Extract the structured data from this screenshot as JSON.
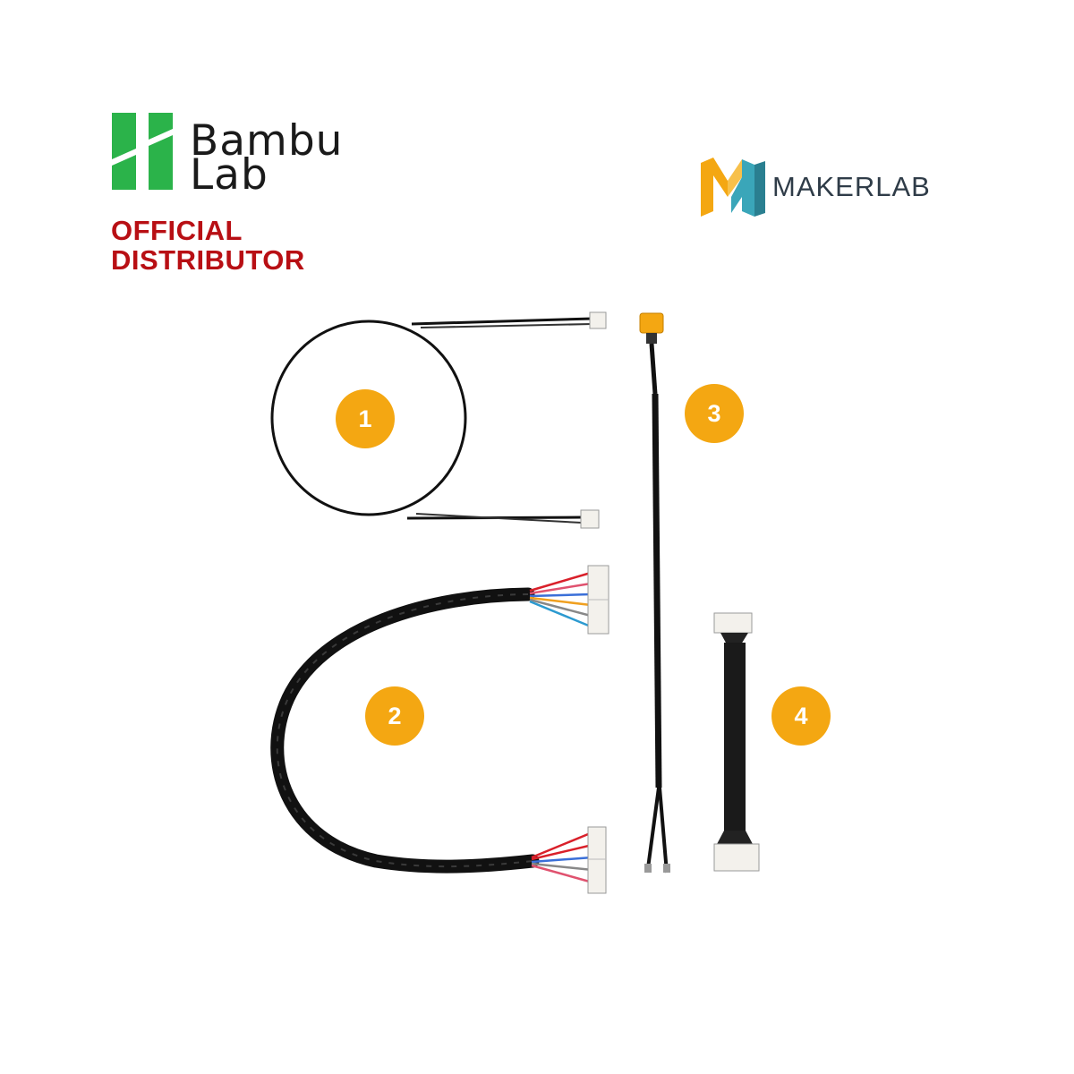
{
  "brand_primary": {
    "name_line_1": "Bambu",
    "name_line_2": "Lab",
    "badge_line_1": "OFFICIAL",
    "badge_line_2": "DISTRIBUTOR",
    "logo_icon": "bambu-lab-logo-icon",
    "logo_color": "#2bb34a",
    "badge_color": "#b80f14"
  },
  "brand_secondary": {
    "name": "MAKERLAB",
    "logo_icon": "makerlab-logo-icon",
    "logo_colors": [
      "#f4a712",
      "#3aa6b9"
    ],
    "text_color": "#2f3c48"
  },
  "cables": [
    {
      "number": "1",
      "icon": "coiled-cable-icon"
    },
    {
      "number": "2",
      "icon": "wide-harness-cable-icon"
    },
    {
      "number": "3",
      "icon": "power-cable-icon"
    },
    {
      "number": "4",
      "icon": "short-ribbon-cable-icon"
    }
  ],
  "badge_color": "#f4a712"
}
